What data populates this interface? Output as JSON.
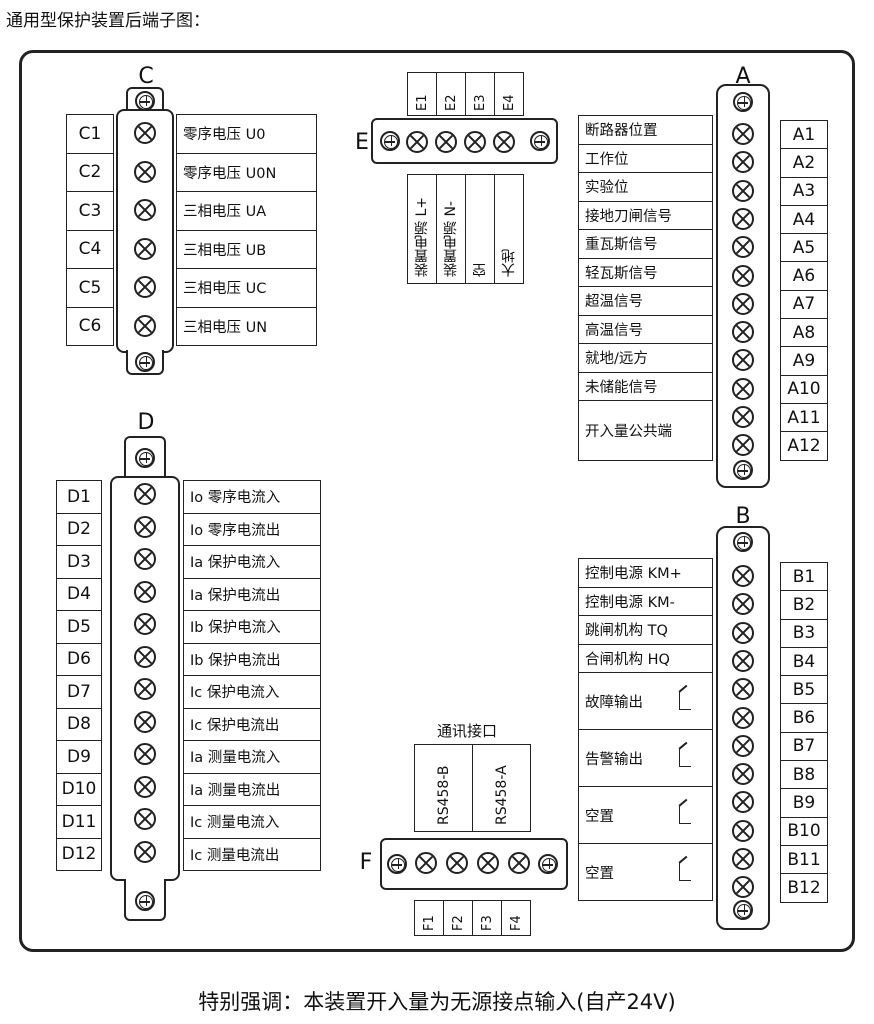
{
  "title": "通用型保护装置后端子图：",
  "note": "特别强调：本装置开入量为无源接点输入(自产24V)",
  "block_c": {
    "letter": "C",
    "terminals": [
      "C1",
      "C2",
      "C3",
      "C4",
      "C5",
      "C6"
    ],
    "signals": [
      "零序电压 U0",
      "零序电压 U0N",
      "三相电压 UA",
      "三相电压 UB",
      "三相电压 UC",
      "三相电压 UN"
    ]
  },
  "block_d": {
    "letter": "D",
    "terminals": [
      "D1",
      "D2",
      "D3",
      "D4",
      "D5",
      "D6",
      "D7",
      "D8",
      "D9",
      "D10",
      "D11",
      "D12"
    ],
    "signals": [
      "Io 零序电流入",
      "Io 零序电流出",
      "Ia 保护电流入",
      "Ia 保护电流出",
      "Ib 保护电流入",
      "Ib 保护电流出",
      "Ic 保护电流入",
      "Ic 保护电流出",
      "Ia 测量电流入",
      "Ia 测量电流出",
      "Ic 测量电流入",
      "Ic 测量电流出"
    ]
  },
  "block_e": {
    "letter": "E",
    "terminals": [
      "E1",
      "E2",
      "E3",
      "E4"
    ],
    "signals": [
      "装置电源 L+",
      "装置电源 N-",
      "空",
      "大地"
    ]
  },
  "block_f": {
    "letter": "F",
    "heading": "通讯接口",
    "terminals": [
      "F1",
      "F2",
      "F3",
      "F4"
    ],
    "signals": [
      "RS458-B",
      "RS458-A"
    ]
  },
  "block_a": {
    "letter": "A",
    "terminals": [
      "A1",
      "A2",
      "A3",
      "A4",
      "A5",
      "A6",
      "A7",
      "A8",
      "A9",
      "A10",
      "A11",
      "A12"
    ],
    "signals": [
      "断路器位置",
      "工作位",
      "实验位",
      "接地刀闸信号",
      "重瓦斯信号",
      "轻瓦斯信号",
      "超温信号",
      "高温信号",
      "就地/远方",
      "未储能信号",
      "开入量公共端"
    ]
  },
  "block_b": {
    "letter": "B",
    "terminals": [
      "B1",
      "B2",
      "B3",
      "B4",
      "B5",
      "B6",
      "B7",
      "B8",
      "B9",
      "B10",
      "B11",
      "B12"
    ],
    "signals": [
      "控制电源 KM+",
      "控制电源 KM-",
      "跳闸机构 TQ",
      "合闸机构 HQ"
    ],
    "relay_outputs": [
      "故障输出",
      "告警输出",
      "空置",
      "空置"
    ]
  }
}
